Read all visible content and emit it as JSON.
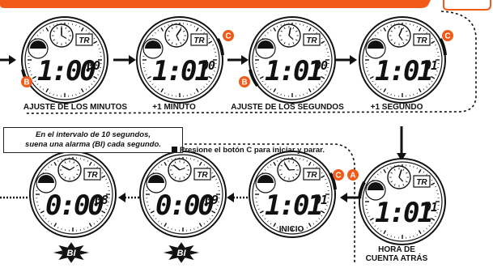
{
  "labels": {
    "ajuste_minutos": "AJUSTE DE LOS MINUTOS",
    "mas_un_minuto": "+1 MINUTO",
    "ajuste_segundos": "AJUSTE DE LOS SEGUNDOS",
    "mas_un_segundo": "+1 SEGUNDO",
    "inicio": "INICIO",
    "hora_cuenta_line1": "HORA DE",
    "hora_cuenta_line2": "CUENTA ATRÁS"
  },
  "note": {
    "line1": "En el intervalo de 10 segundos,",
    "line2": "suena una alarma (BI) cada segundo."
  },
  "hint": "Presione el botón C para iniciar y parar.",
  "watch_tag": "T R",
  "buttons": {
    "a": "A",
    "b": "B",
    "c": "C"
  },
  "alarm": "BI",
  "watches": [
    {
      "id": "w1",
      "main": "1:00",
      "small": "00"
    },
    {
      "id": "w2",
      "main": "1:01",
      "small": "00"
    },
    {
      "id": "w3",
      "main": "1:01",
      "small": "00"
    },
    {
      "id": "w4",
      "main": "1:01",
      "small": "01"
    },
    {
      "id": "w5",
      "main": "1:01",
      "small": "01"
    },
    {
      "id": "w6",
      "main": "1:01",
      "small": "01"
    },
    {
      "id": "w7",
      "main": "0:00",
      "small": "09"
    },
    {
      "id": "w8",
      "main": "0:00",
      "small": "08"
    }
  ],
  "colors": {
    "button": "#f25a1a",
    "ink": "#111111"
  }
}
